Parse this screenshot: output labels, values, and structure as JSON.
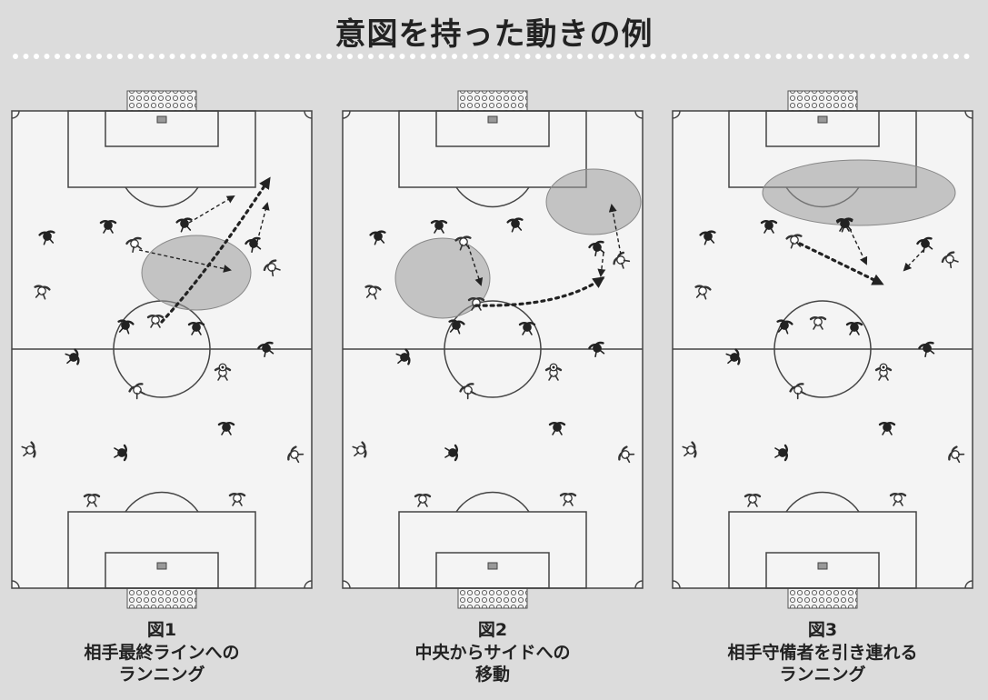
{
  "title": "意図を持った動きの例",
  "figures": [
    {
      "fig": "図1",
      "line1": "相手最終ラインへの",
      "line2": "ランニング"
    },
    {
      "fig": "図2",
      "line1": "中央からサイドへの",
      "line2": "移動"
    },
    {
      "fig": "図3",
      "line1": "相手守備者を引き連れる",
      "line2": "ランニング"
    }
  ]
}
